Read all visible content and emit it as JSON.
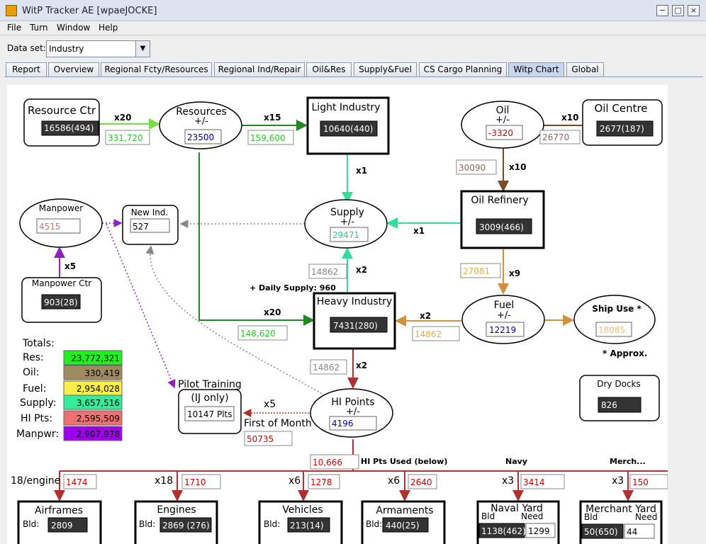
{
  "window": {
    "title": "WitP Tracker AE [wpaeJOCKE]"
  },
  "menu": [
    "File",
    "Turn",
    "Window",
    "Help"
  ],
  "dataset": {
    "label": "Data set:",
    "value": "Industry"
  },
  "tabs": [
    "Report",
    "Overview",
    "Regional Fcty/Resources",
    "Regional Ind/Repair",
    "Oil&Res",
    "Supply&Fuel",
    "CS Cargo Planning",
    "Witp Chart",
    "Global"
  ],
  "selected_tab": "Witp Chart",
  "colors": {
    "res": "#22ee22",
    "oil": "#a08a60",
    "fuel": "#ffee44",
    "supply": "#33ee99",
    "hipts": "#f07070",
    "manpwr": "#a000ee",
    "arrow_red": "#b03030",
    "arrow_green": "#228822",
    "arrow_brown": "#7a4a20"
  },
  "nodes": {
    "resource_ctr": {
      "label": "Resource Ctr",
      "value": "16586(494)"
    },
    "resources": {
      "label": "Resources",
      "sub": "+/-",
      "value": "23500"
    },
    "light_industry": {
      "label": "Light Industry",
      "value": "10640(440)"
    },
    "oil": {
      "label": "Oil",
      "sub": "+/-",
      "value": "-3320"
    },
    "oil_centre": {
      "label": "Oil Centre",
      "value": "2677(187)"
    },
    "oil_refinery": {
      "label": "Oil Refinery",
      "value": "3009(466)"
    },
    "supply": {
      "label": "Supply",
      "sub": "+/-",
      "value": "29471"
    },
    "manpower": {
      "label": "Manpower",
      "value": "4515"
    },
    "new_ind": {
      "label": "New Ind.",
      "value": "527"
    },
    "manpower_ctr": {
      "label": "Manpower Ctr",
      "value": "903(28)"
    },
    "heavy_industry": {
      "label": "Heavy Industry",
      "value": "7431(280)"
    },
    "fuel": {
      "label": "Fuel",
      "sub": "+/-",
      "value": "12219"
    },
    "ship_use": {
      "label": "Ship Use *",
      "value": "18085"
    },
    "approx": "* Approx.",
    "hi_points": {
      "label": "HI Points",
      "sub": "+/-",
      "value": "4196"
    },
    "pilot_training": {
      "label": "Pilot Training",
      "sub": "(IJ only)",
      "value": "10147 Plts"
    },
    "dry_docks": {
      "label": "Dry Docks",
      "value": "826"
    }
  },
  "flows": {
    "rc_mult": "x20",
    "rc_val": "331,720",
    "res_li_mult": "x15",
    "res_li_val": "159,600",
    "oc_mult": "x10",
    "oc_val": "26770",
    "oil_ref_val": "30090",
    "oil_ref_mult": "x10",
    "li_sup_mult": "x1",
    "ref_sup_mult": "x1",
    "mp_mult": "x5",
    "hi_sup_val": "14862",
    "hi_sup_mult": "x2",
    "daily_supply": "+ Daily Supply: 960",
    "ref_fuel_val": "27081",
    "ref_fuel_mult": "x9",
    "res_hi_mult": "x20",
    "res_hi_val": "148,620",
    "fuel_hi_mult": "x2",
    "fuel_hi_val": "14862",
    "hi_hp_val": "14862",
    "hi_hp_mult": "x2",
    "pilot_mult": "x5",
    "first_month": "First of Month",
    "pilot_val": "50735",
    "hi_used_val": "10,666",
    "hi_used_label": "HI Pts Used (below)",
    "navy_label": "Navy",
    "merch_label": "Merch..."
  },
  "totals": {
    "title": "Totals:",
    "rows": [
      {
        "label": "Res:",
        "value": "23,772,321"
      },
      {
        "label": "Oil:",
        "value": "330,419"
      },
      {
        "label": "Fuel:",
        "value": "2,954,028"
      },
      {
        "label": "Supply:",
        "value": "3,657,516"
      },
      {
        "label": "HI Pts:",
        "value": "2,595,509"
      },
      {
        "label": "Manpwr:",
        "value": "2,907,978"
      }
    ]
  },
  "bottom": [
    {
      "mult": "18/engine",
      "val": "1474",
      "name": "Airframes",
      "bld_label": "Bld:",
      "bld": "2809"
    },
    {
      "mult": "x18",
      "val": "1710",
      "name": "Engines",
      "bld_label": "Bld:",
      "bld": "2869 (276)"
    },
    {
      "mult": "x6",
      "val": "1278",
      "name": "Vehicles",
      "bld_label": "Bld:",
      "bld": "213(14)"
    },
    {
      "mult": "x6",
      "val": "2640",
      "name": "Armaments",
      "bld_label": "Bld:",
      "bld": "440(25)"
    },
    {
      "mult": "x3",
      "val": "3414",
      "name": "Naval Yard",
      "bld_label": "Bld",
      "need_label": "Need",
      "bld": "1138(462)",
      "need": "1299"
    },
    {
      "mult": "x3",
      "val": "150",
      "name": "Merchant Yard",
      "bld_label": "Bld",
      "need_label": "Need",
      "bld": "50(650)",
      "need": "44"
    }
  ]
}
